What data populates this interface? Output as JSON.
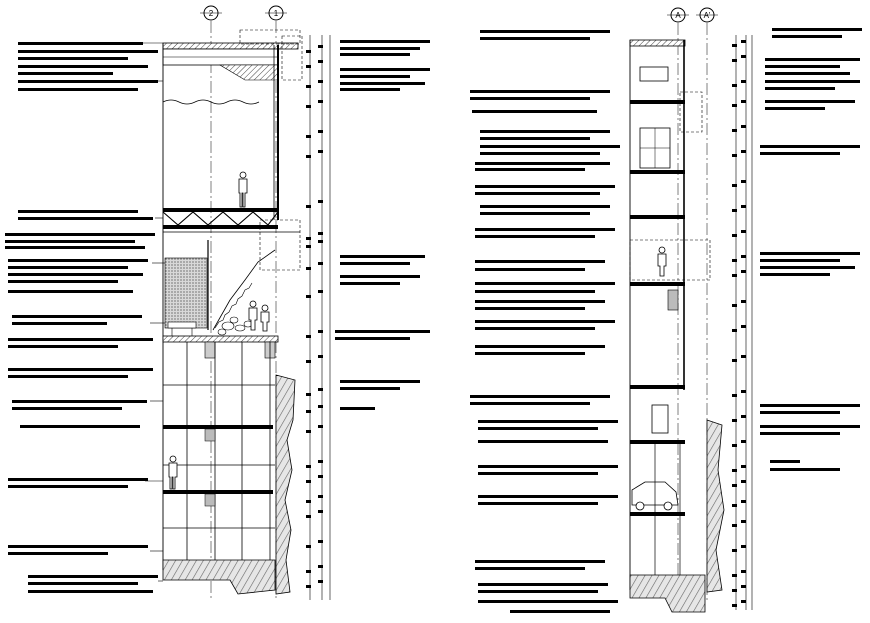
{
  "grid_markers": [
    {
      "label": "2"
    },
    {
      "label": "1"
    },
    {
      "label": "A"
    },
    {
      "label": "A'"
    }
  ],
  "colors": {
    "ink": "#000000",
    "paper": "#ffffff",
    "hatch": "#555555",
    "fill_light": "#cfcfcf"
  },
  "sheet": {
    "sections": [
      {
        "name": "section-2-1"
      },
      {
        "name": "section-a-a-prime"
      }
    ]
  }
}
